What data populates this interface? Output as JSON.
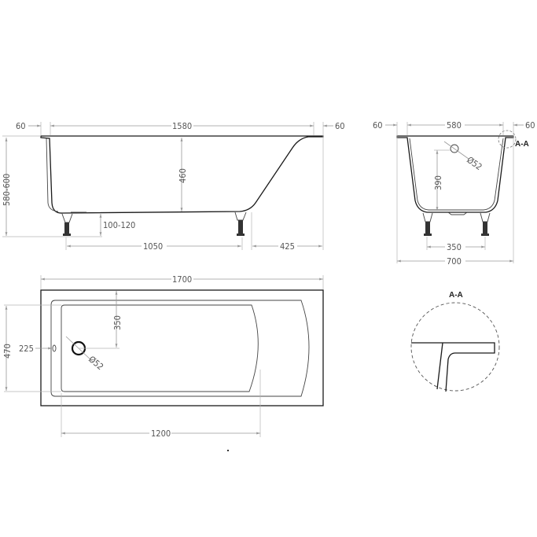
{
  "side_view": {
    "top_left_lip": "60",
    "top_length": "1580",
    "top_right_lip": "60",
    "overall_height": "580-600",
    "inner_depth": "460",
    "leg_height": "100-120",
    "leg_spacing": "1050",
    "right_offset": "425"
  },
  "end_view": {
    "left_lip": "60",
    "inner_width": "580",
    "right_lip": "60",
    "drain_height": "390",
    "overflow_diameter": "Ø52",
    "leg_spacing": "350",
    "overall_width": "700",
    "section_marker": "A-A"
  },
  "plan_view": {
    "overall_length": "1700",
    "overall_width": "470",
    "drain_offset_y": "350",
    "drain_offset_x": "225",
    "drain_diameter": "Ø52",
    "inner_length": "1200"
  },
  "detail": {
    "title": "A-A"
  }
}
